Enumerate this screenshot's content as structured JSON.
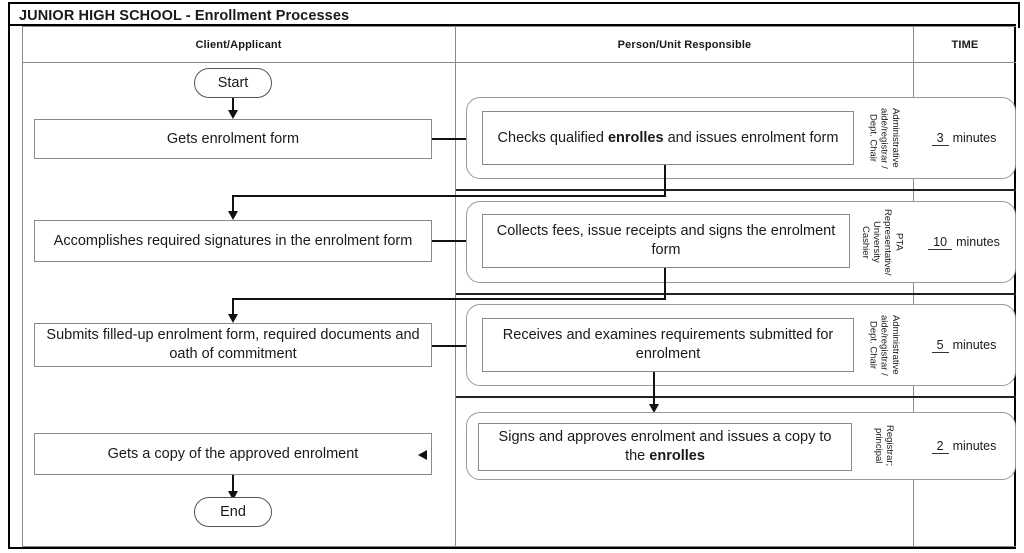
{
  "title": "JUNIOR HIGH SCHOOL - Enrollment Processes",
  "columns": {
    "client": "Client/Applicant",
    "person": "Person/Unit Responsible",
    "time": "TIME"
  },
  "terminators": {
    "start": "Start",
    "end": "End"
  },
  "rows": [
    {
      "client_step": "Gets enrolment form",
      "person_step_pre": "Checks qualified ",
      "person_step_bold": "enrolles",
      "person_step_post": " and issues enrolment form",
      "role": "Administrative\naide/registrar /\nDept. Chair",
      "time_value": "3",
      "time_unit": "minutes"
    },
    {
      "client_step": "Accomplishes required signatures in the enrolment form",
      "person_step_pre": "Collects fees, issue receipts and signs the enrolment form",
      "person_step_bold": "",
      "person_step_post": "",
      "role": "PTA\nRepresentative/\nUniversity\nCashier",
      "time_value": "10",
      "time_unit": "minutes"
    },
    {
      "client_step": "Submits filled-up enrolment form, required documents and oath of commitment",
      "person_step_pre": "Receives and examines requirements submitted for enrolment",
      "person_step_bold": "",
      "person_step_post": "",
      "role": "Administrative\naide/registrar /\nDept. Chair",
      "time_value": "5",
      "time_unit": "minutes"
    },
    {
      "client_step": "Gets a copy of the approved enrolment",
      "person_step_pre": "Signs and approves enrolment and issues a copy to the ",
      "person_step_bold": "enrolles",
      "person_step_post": "",
      "role": "Registrar;\nprincipal",
      "time_value": "2",
      "time_unit": "minutes"
    }
  ],
  "colors": {
    "ink": "#1a1a1a",
    "border_dark": "#000000",
    "border_light": "#8a8a8a",
    "connector": "#111111"
  }
}
